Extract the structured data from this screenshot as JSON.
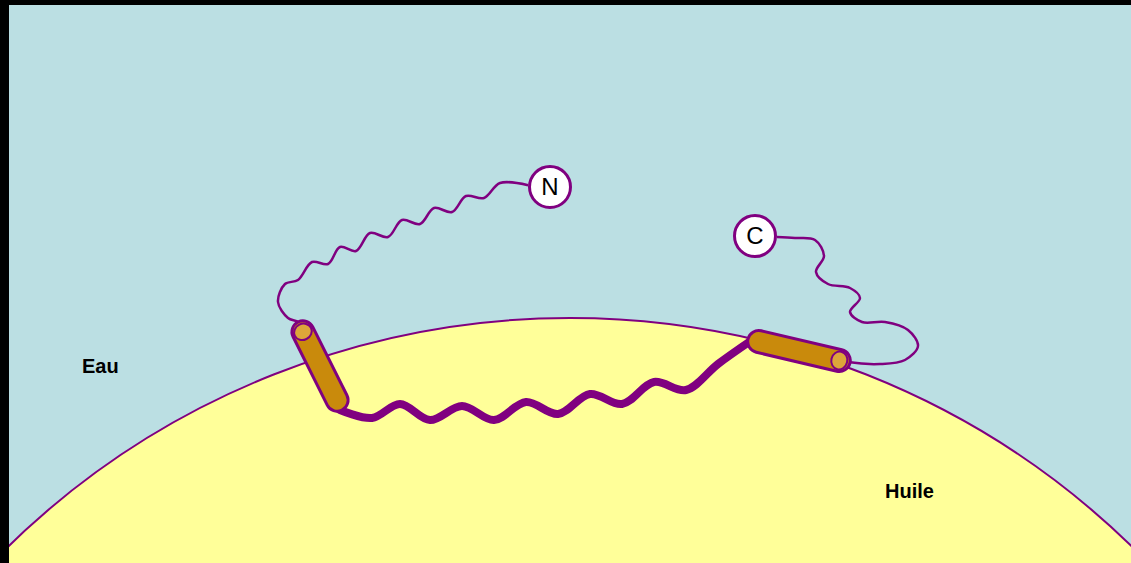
{
  "diagram": {
    "nodes": [
      {
        "text": [
          "N"
        ]
      },
      {
        "text": [
          "C"
        ]
      }
    ],
    "edges": [
      {
        "from": 0,
        "to": 1,
        "arrow": "none"
      }
    ],
    "labels": [
      "Eau",
      "Huile"
    ]
  }
}
